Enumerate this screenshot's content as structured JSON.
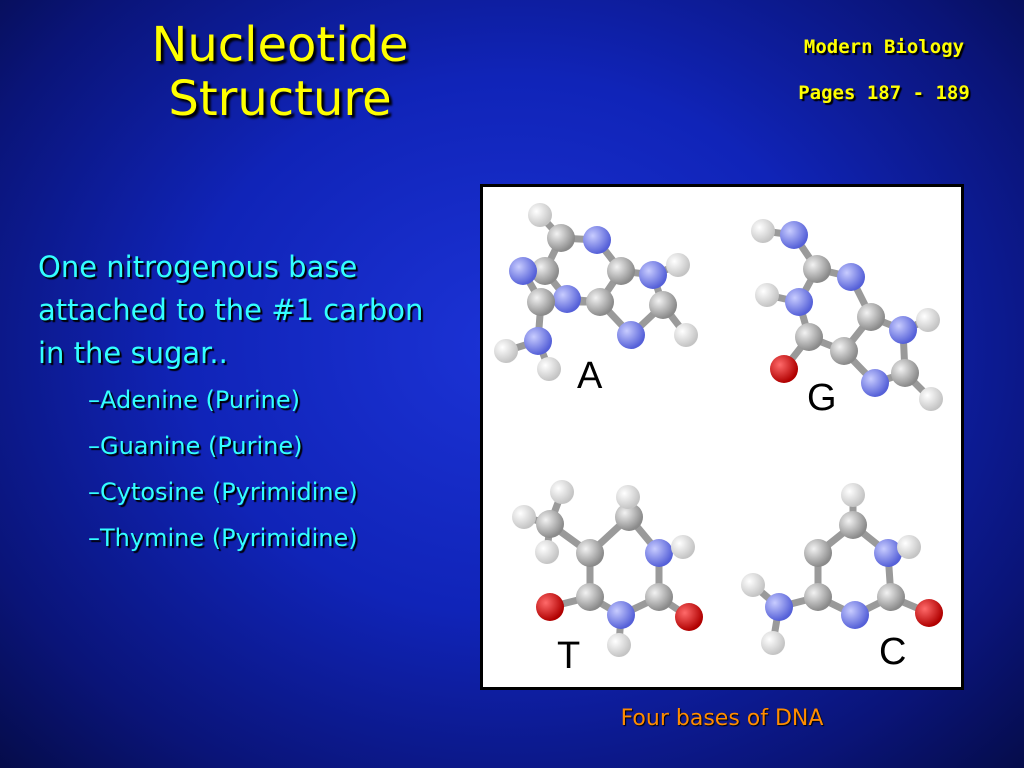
{
  "title": {
    "line1": "Nucleotide",
    "line2": "Structure"
  },
  "reference": {
    "book": "Modern Biology",
    "pages": "Pages 187 - 189"
  },
  "intro": "One nitrogenous base attached to the #1 carbon in the sugar..",
  "bases": [
    "–Adenine (Purine)",
    "–Guanine (Purine)",
    "–Cytosine (Pyrimidine)",
    "–Thymine (Pyrimidine)"
  ],
  "figure": {
    "letters": {
      "a": "A",
      "g": "G",
      "t": "T",
      "c": "C"
    },
    "caption": "Four bases of DNA"
  },
  "colors": {
    "carbon": "#b4b4b4",
    "nitrogen": "#7f86f0",
    "oxygen": "#e00000",
    "hydrogen": "#ececec"
  }
}
